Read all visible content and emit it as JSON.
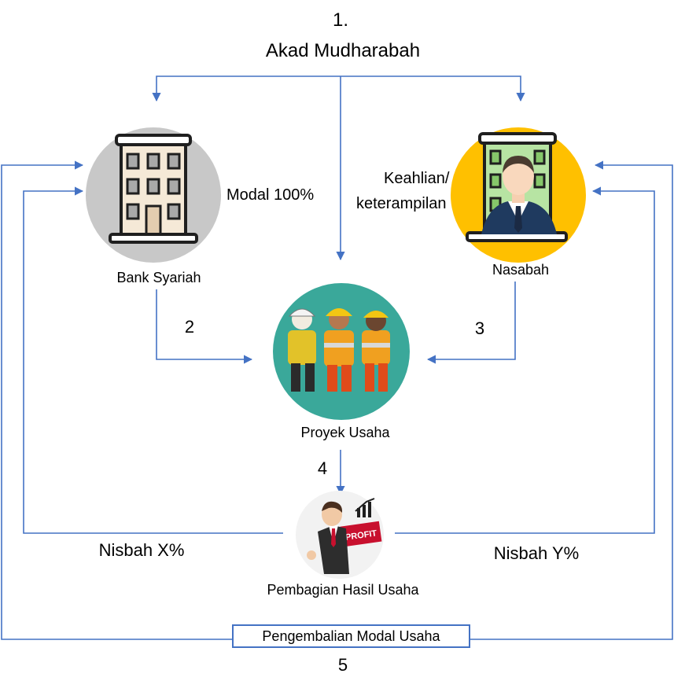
{
  "title": {
    "step": "1.",
    "label": "Akad Mudharabah"
  },
  "nodes": {
    "bank": "Bank Syariah",
    "customer": "Nasabah",
    "project": "Proyek Usaha",
    "profit_share": "Pembagian Hasil Usaha"
  },
  "labels": {
    "capital": "Modal 100%",
    "skill_line1": "Keahlian/",
    "skill_line2": "keterampilan",
    "nisbah_bank": "Nisbah X%",
    "nisbah_customer": "Nisbah Y%",
    "capital_return": "Pengembalian Modal Usaha"
  },
  "steps": {
    "s2": "2",
    "s3": "3",
    "s4": "4",
    "s5": "5"
  },
  "icons": {
    "bank": "bank-building-icon",
    "customer": "businessman-building-icon",
    "project": "construction-workers-icon",
    "profit_share": "profit-sign-businessman-icon",
    "profit_sign_text": "PROFIT"
  },
  "colors": {
    "arrow": "#4472c4",
    "bank_circle": "#c8c8c8",
    "customer_circle": "#ffc000",
    "project_circle": "#3aa89a"
  }
}
